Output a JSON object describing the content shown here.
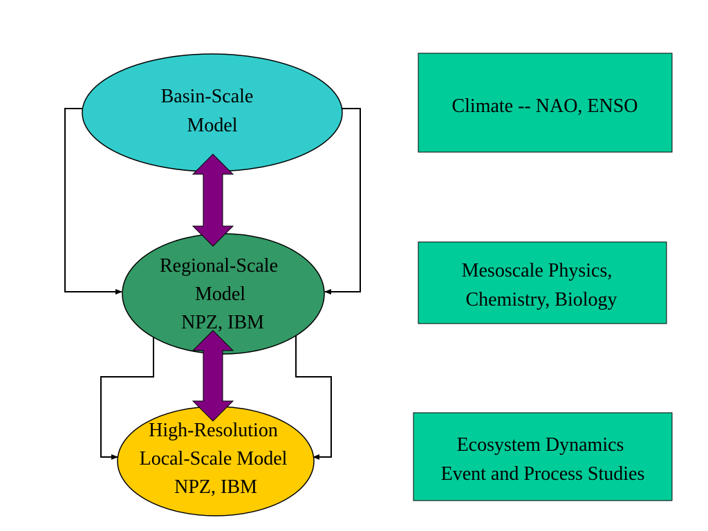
{
  "colors": {
    "basin": "#33cccc",
    "regional": "#339966",
    "local": "#ffcc00",
    "box": "#00cc99",
    "arrow": "#800080",
    "line": "#000000"
  },
  "nodes": {
    "basin": {
      "lines": [
        "Basin-Scale",
        "Model"
      ]
    },
    "regional": {
      "lines": [
        "Regional-Scale",
        "Model",
        "NPZ, IBM"
      ]
    },
    "local": {
      "lines": [
        "High-Resolution",
        "Local-Scale Model",
        "NPZ, IBM"
      ]
    }
  },
  "boxes": {
    "climate": {
      "lines": [
        "Climate -- NAO, ENSO"
      ]
    },
    "mesoscale": {
      "lines": [
        "Mesoscale Physics,",
        "Chemistry, Biology"
      ]
    },
    "ecosystem": {
      "lines": [
        "Ecosystem Dynamics",
        "Event and Process Studies"
      ]
    }
  }
}
